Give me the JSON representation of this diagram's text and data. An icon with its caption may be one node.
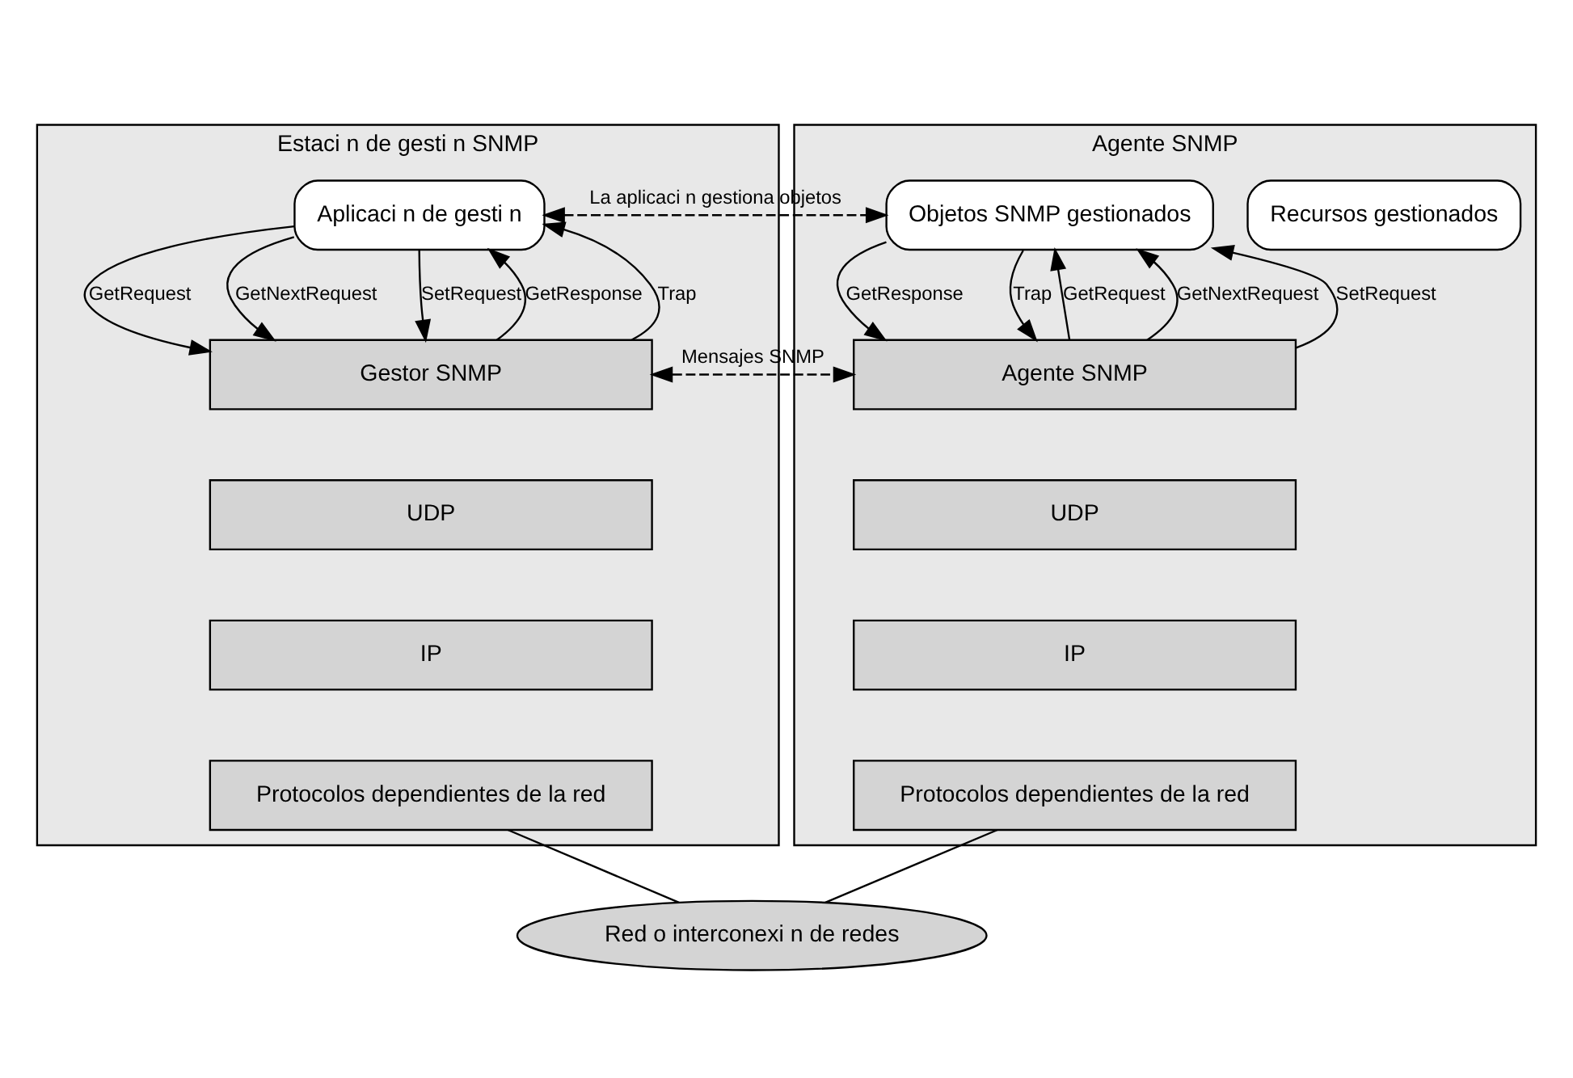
{
  "diagram": {
    "nodes": [
      {
        "text": [
          "Estaci n de gesti n SNMP"
        ]
      },
      {
        "text": [
          "Aplicaci n de gesti n"
        ],
        "in": 0
      },
      {
        "text": [
          "Gestor SNMP"
        ],
        "in": 0
      },
      {
        "text": [
          "UDP"
        ],
        "in": 0
      },
      {
        "text": [
          "IP"
        ],
        "in": 0
      },
      {
        "text": [
          "Protocolos dependientes de la red"
        ],
        "in": 0
      },
      {
        "text": [
          "Agente SNMP"
        ]
      },
      {
        "text": [
          "Recursos gestionados"
        ],
        "in": 6
      },
      {
        "text": [
          "Objetos SNMP gestionados"
        ],
        "in": 6
      },
      {
        "text": [
          "Agente SNMP"
        ],
        "in": 6
      },
      {
        "text": [
          "UDP"
        ],
        "in": 6
      },
      {
        "text": [
          "IP"
        ],
        "in": 6
      },
      {
        "text": [
          "Protocolos dependientes de la red"
        ],
        "in": 6
      },
      {
        "text": [
          "Red o interconexi n de redes"
        ]
      }
    ],
    "edges": [
      {
        "from": 1,
        "to": 2,
        "arrow": "to",
        "label": "GetRequest"
      },
      {
        "from": 1,
        "to": 2,
        "arrow": "to",
        "label": "GetNextRequest"
      },
      {
        "from": 1,
        "to": 2,
        "arrow": "to",
        "label": "SetRequest"
      },
      {
        "from": 2,
        "to": 1,
        "arrow": "to",
        "label": "GetResponse"
      },
      {
        "from": 2,
        "to": 1,
        "arrow": "to",
        "label": "Trap"
      },
      {
        "from": 9,
        "to": 8,
        "arrow": "to",
        "label": "GetRequest"
      },
      {
        "from": 9,
        "to": 8,
        "arrow": "to",
        "label": "GetNextRequest"
      },
      {
        "from": 9,
        "to": 8,
        "arrow": "to",
        "label": "SetRequest"
      },
      {
        "from": 8,
        "to": 9,
        "arrow": "to",
        "label": "GetResponse"
      },
      {
        "from": 8,
        "to": 9,
        "arrow": "to",
        "label": "Trap"
      },
      {
        "from": 1,
        "to": 8,
        "arrow": "both",
        "style": "dashed",
        "label": "La aplicaci n gestiona objetos"
      },
      {
        "from": 2,
        "to": 9,
        "arrow": "both",
        "style": "dashed",
        "label": "Mensajes SNMP"
      },
      {
        "from": 5,
        "to": 13,
        "arrow": "none"
      },
      {
        "from": 13,
        "to": 12,
        "arrow": "none"
      }
    ]
  }
}
